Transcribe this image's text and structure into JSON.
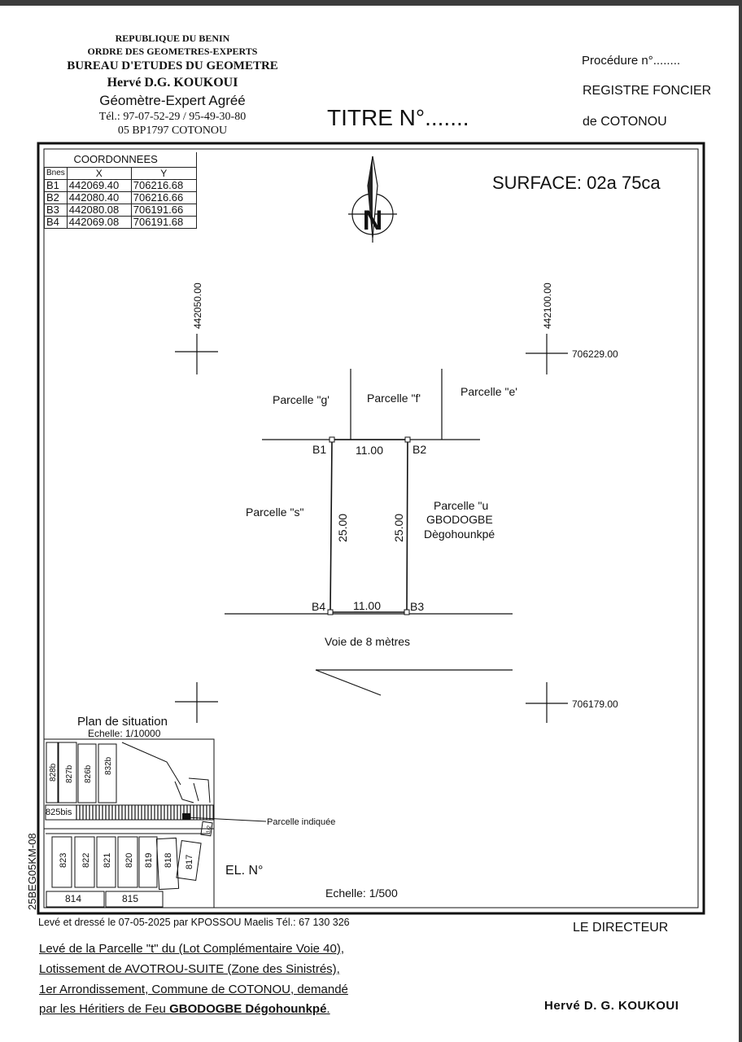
{
  "header": {
    "country": "REPUBLIQUE DU BENIN",
    "order": "ORDRE DES GEOMETRES-EXPERTS",
    "bureau": "BUREAU D'ETUDES DU GEOMETRE",
    "name": "Hervé D.G. KOUKOUI",
    "role": "Géomètre-Expert Agréé",
    "phone": "Tél.: 97-07-52-29 / 95-49-30-80",
    "address": "05 BP1797 COTONOU"
  },
  "title": "TITRE N°.......",
  "procedure": "Procédure n°........",
  "registry": "REGISTRE FONCIER",
  "city": "de COTONOU",
  "surface": "SURFACE: 02a 75ca",
  "coordinates": {
    "title": "COORDONNEES",
    "headers": [
      "Bnes",
      "X",
      "Y"
    ],
    "rows": [
      [
        "B1",
        "442069.40",
        "706216.68"
      ],
      [
        "B2",
        "442080.40",
        "706216.66"
      ],
      [
        "B3",
        "442080.08",
        "706191.66"
      ],
      [
        "B4",
        "442069.08",
        "706191.68"
      ]
    ]
  },
  "north": "N",
  "grid": {
    "x_left": "442050.00",
    "x_right": "442100.00",
    "y_top": "706229.00",
    "y_bottom": "706179.00"
  },
  "parcels": {
    "g": "Parcelle \"g'",
    "f": "Parcelle \"f'",
    "e": "Parcelle \"e'",
    "s": "Parcelle \"s\"",
    "u_line1": "Parcelle \"u",
    "u_line2": "GBODOGBE",
    "u_line3": "Dègohounkpé"
  },
  "points": {
    "b1": "B1",
    "b2": "B2",
    "b3": "B3",
    "b4": "B4"
  },
  "dimensions": {
    "top": "11.00",
    "bottom": "11.00",
    "left": "25.00",
    "right": "25.00"
  },
  "road": "Voie de 8 mètres",
  "situation": {
    "title": "Plan de situation",
    "scale": "Echelle: 1/10000",
    "lots_top": [
      "828b",
      "827b",
      "826b",
      "832b"
    ],
    "lot_bis": "825bis",
    "lots_bottom": [
      "823",
      "822",
      "821",
      "820",
      "819",
      "818",
      "817"
    ],
    "lots_base": [
      "814",
      "815"
    ],
    "small_lot": "1/2",
    "pointer": "Parcelle indiquée"
  },
  "el": "EL. N°",
  "scale": "Echelle: 1/500",
  "side_ref": "25BEG05KM-08",
  "survey_note": "Levé et dressé le 07-05-2025 par KPOSSOU Maelis Tél.: 67 130 326",
  "description": {
    "line1": "Levé de la Parcelle \"t\" du  (Lot Complémentaire Voie 40),",
    "line2": "Lotissement de AVOTROU-SUITE (Zone des Sinistrés),",
    "line3": "1er Arrondissement, Commune de COTONOU, demandé",
    "line4_prefix": "par les Héritiers de Feu ",
    "line4_bold": "GBODOGBE Dégohounkpé",
    "line4_suffix": "."
  },
  "director": "LE DIRECTEUR",
  "signatory": "Hervé D. G. KOUKOUI"
}
